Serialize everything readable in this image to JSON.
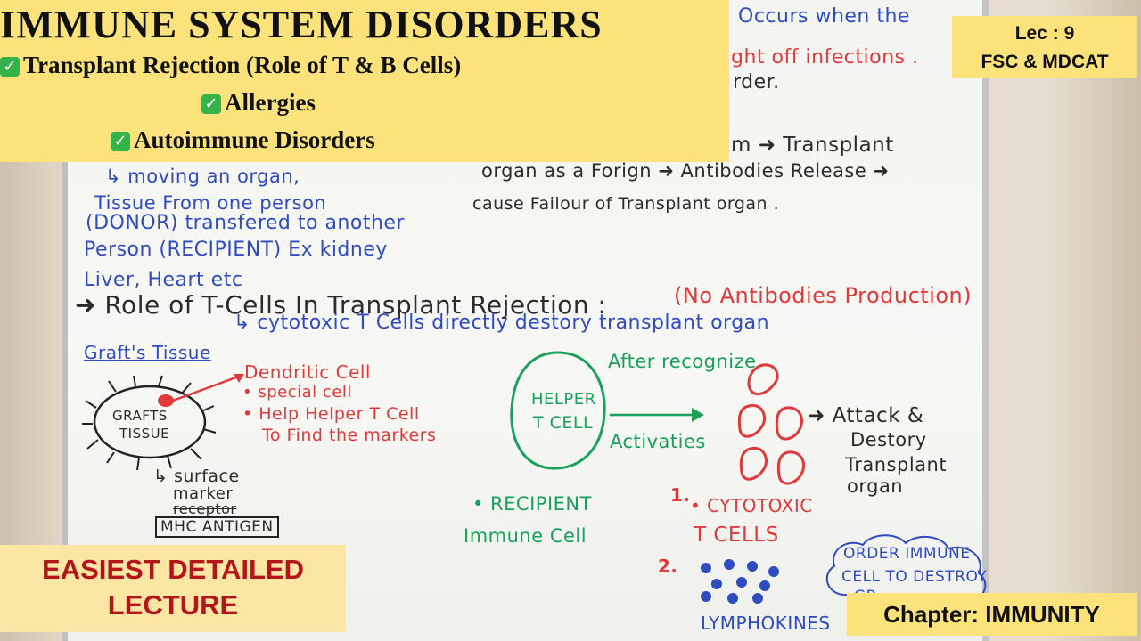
{
  "banner": {
    "title": "IMMUNE SYSTEM DISORDERS",
    "item1": "Transplant Rejection (Role of T & B Cells)",
    "item2": "Allergies",
    "item3": "Autoimmune Disorders"
  },
  "lecture_box": {
    "lec": "Lec : 9",
    "course": "FSC & MDCAT"
  },
  "easy_box": {
    "line1": "EASIEST DETAILED",
    "line2": "LECTURE"
  },
  "chapter_box": {
    "label": "Chapter: IMMUNITY"
  },
  "board": {
    "top_right1": "Occurs when the",
    "top_right2": "ght off infections .",
    "top_right3": "rder.",
    "rej1": "m ➜ Transplant",
    "rej2": "organ as a Forign ➜ Antibodies Release ➜",
    "rej3": "cause Failour of Transplant organ .",
    "def1": "↳ moving an organ,",
    "def2": "Tissue From one person",
    "def3": "(DONOR) transfered to another",
    "def4": "Person (RECIPIENT) Ex kidney",
    "def5": "Liver, Heart etc",
    "role_heading": "➜ Role of T-Cells In Transplant Rejection :",
    "no_antibodies": "(No Antibodies Production)",
    "cytotoxic_line": "↳ cytotoxic T Cells directly destory transplant organ",
    "grafts_tissue_label": "Graft's Tissue",
    "grafts_cell_text1": "GRAFTS",
    "grafts_cell_text2": "TISSUE",
    "dendritic1": "Dendritic Cell",
    "dendritic2": "• special cell",
    "dendritic3": "• Help Helper T Cell",
    "dendritic4": "To Find the markers",
    "surface1": "↳ surface",
    "surface2": "marker",
    "surface3": "receptor",
    "mhc": "MHC ANTIGEN",
    "helper1": "HELPER",
    "helper2": "T CELL",
    "after_recognize": "After recognize",
    "activaties": "Activaties",
    "recipient1": "• RECIPIENT",
    "recipient2": "Immune Cell",
    "attack1": "➜ Attack &",
    "attack2": "Destory",
    "attack3": "Transplant",
    "attack4": "organ",
    "num1": "1.",
    "cyto1": "• CYTOTOXIC",
    "cyto2": "T CELLS",
    "num2": "2.",
    "lymphokines": "LYMPHOKINES",
    "order1": "ORDER IMMUNE",
    "order2": "CELL TO DESTROY",
    "order3": "GR"
  },
  "colors": {
    "banner": "#fbe27a",
    "ink_blue": "#2f4bc0",
    "ink_red": "#e0393b",
    "ink_green": "#19a05a",
    "easy_text": "#b3151a"
  }
}
